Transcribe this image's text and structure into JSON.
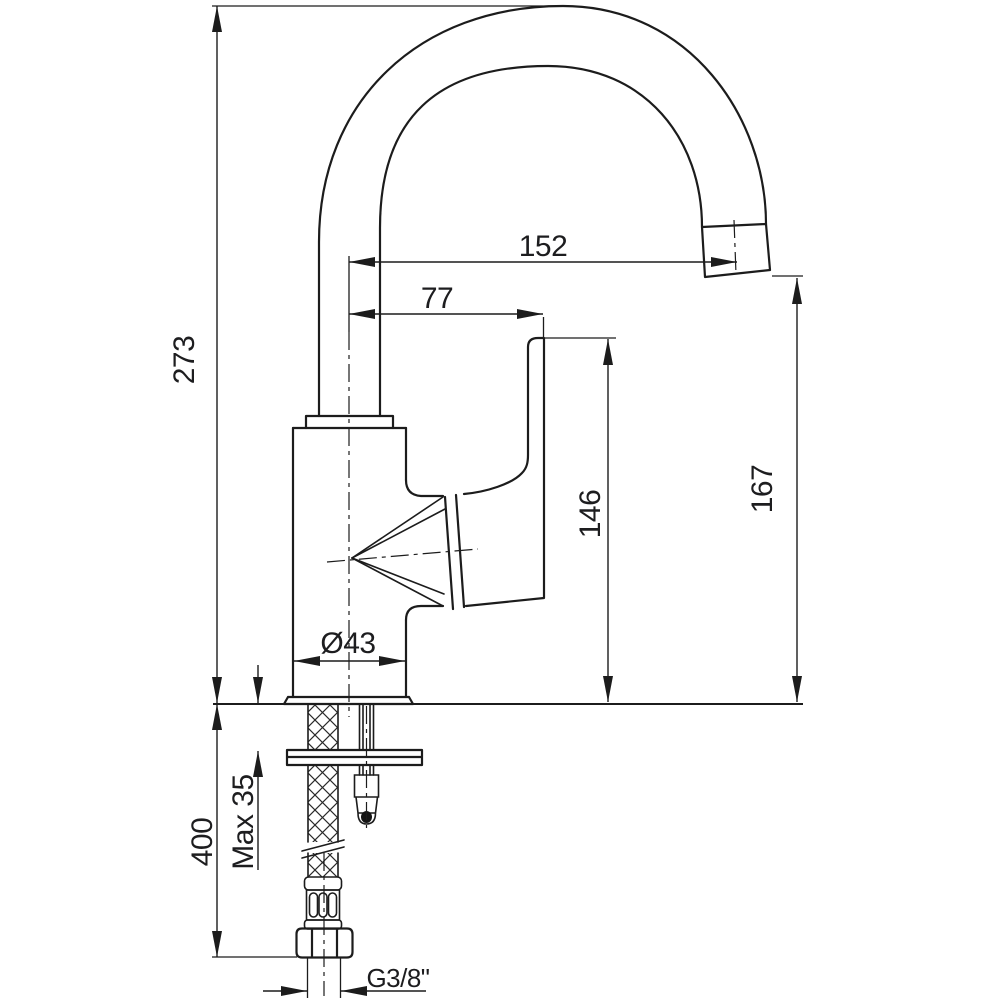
{
  "drawing": {
    "type": "faucet-installation-dimension-drawing",
    "background_color": "#ffffff",
    "line_color": "#1c1c1c",
    "labels": {
      "overall_height": "273",
      "spout_reach": "152",
      "spout_to_handle": "77",
      "handle_top_height": "146",
      "outlet_height": "167",
      "body_diameter": "Ø43",
      "max_deck_thickness": "Max 35",
      "hose_length": "400",
      "thread_size": "G3/8\""
    }
  }
}
